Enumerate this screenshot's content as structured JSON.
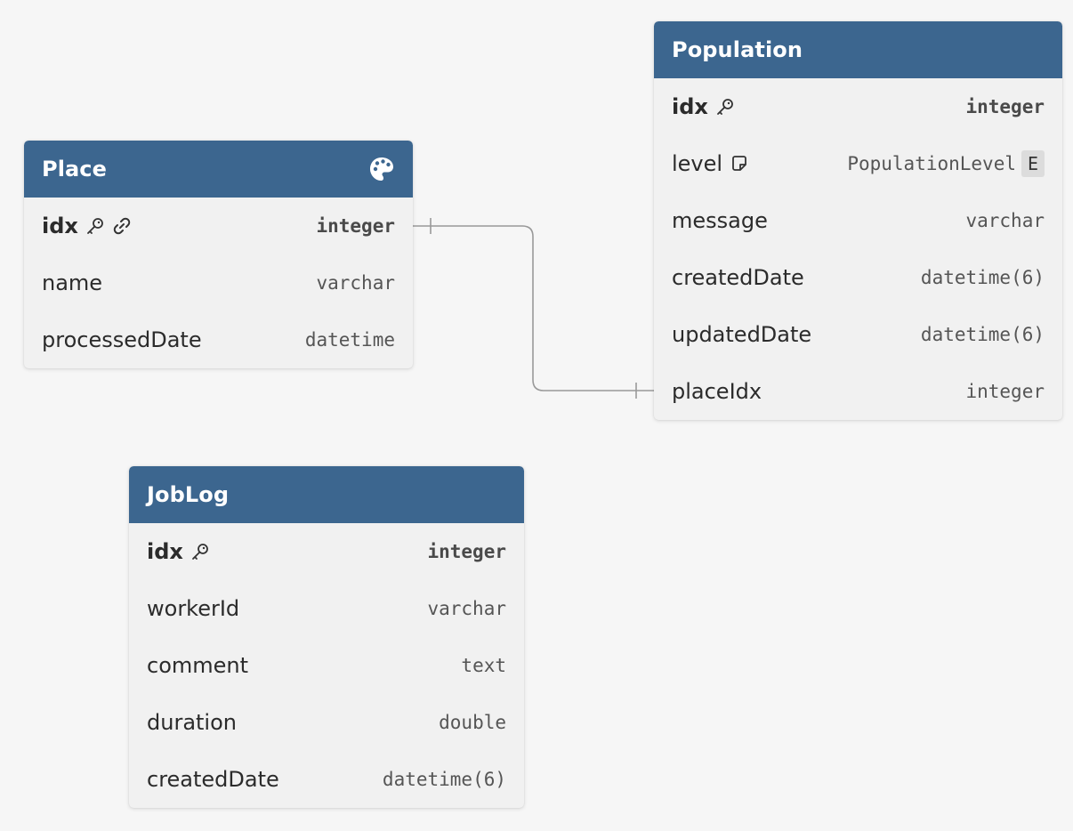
{
  "colors": {
    "header": "#3c668f",
    "table_bg": "#f1f1f1",
    "canvas_bg": "#f6f6f6",
    "connector": "#999999"
  },
  "tables": {
    "place": {
      "name": "Place",
      "header_icon": "palette-icon",
      "columns": [
        {
          "name": "idx",
          "type": "integer",
          "pk": true,
          "icons": [
            "key-icon",
            "link-icon"
          ]
        },
        {
          "name": "name",
          "type": "varchar"
        },
        {
          "name": "processedDate",
          "type": "datetime"
        }
      ]
    },
    "population": {
      "name": "Population",
      "columns": [
        {
          "name": "idx",
          "type": "integer",
          "pk": true,
          "icons": [
            "key-icon"
          ]
        },
        {
          "name": "level",
          "type": "PopulationLevel",
          "icons": [
            "note-icon"
          ],
          "badge": "E"
        },
        {
          "name": "message",
          "type": "varchar"
        },
        {
          "name": "createdDate",
          "type": "datetime(6)"
        },
        {
          "name": "updatedDate",
          "type": "datetime(6)"
        },
        {
          "name": "placeIdx",
          "type": "integer"
        }
      ]
    },
    "joblog": {
      "name": "JobLog",
      "columns": [
        {
          "name": "idx",
          "type": "integer",
          "pk": true,
          "icons": [
            "key-icon"
          ]
        },
        {
          "name": "workerId",
          "type": "varchar"
        },
        {
          "name": "comment",
          "type": "text"
        },
        {
          "name": "duration",
          "type": "double"
        },
        {
          "name": "createdDate",
          "type": "datetime(6)"
        }
      ]
    }
  },
  "relationships": [
    {
      "from": "Place.idx",
      "to": "Population.placeIdx",
      "from_marker": "one",
      "to_marker": "one"
    }
  ]
}
